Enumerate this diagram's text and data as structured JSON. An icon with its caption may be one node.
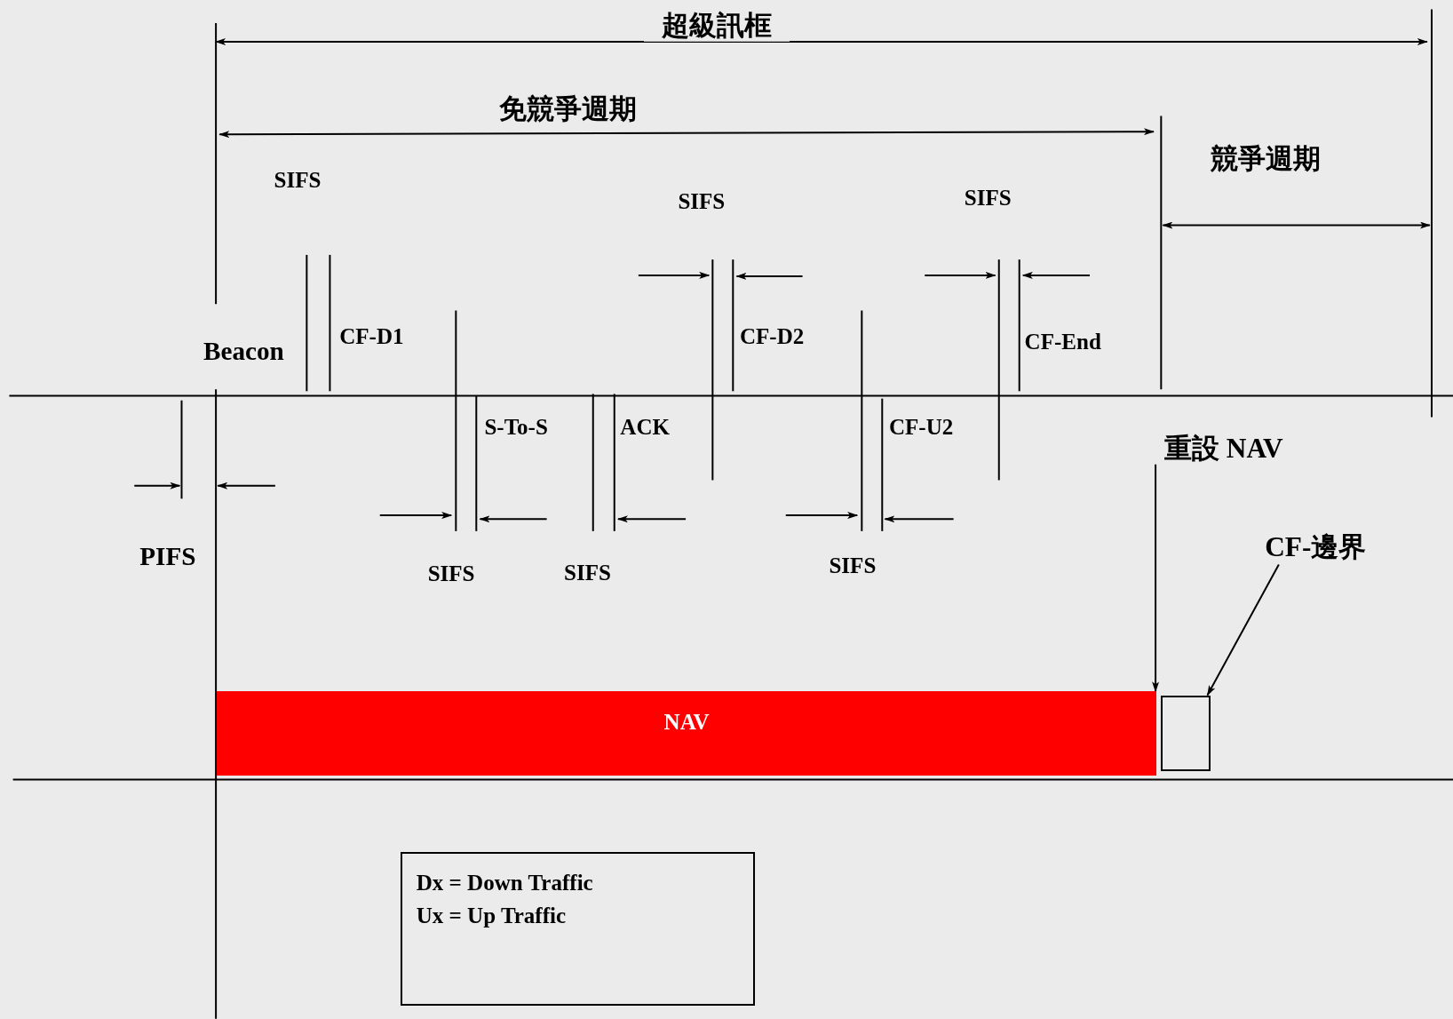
{
  "diagram": {
    "nodes": [
      {
        "text": [
          "NAV"
        ]
      },
      {
        "text": [],
        "shape": "box"
      },
      {
        "text": [
          "重設 NAV"
        ]
      },
      {
        "text": [
          "CF-邊界"
        ]
      },
      {
        "text": [
          "Dx = Down Traffic",
          "Ux = Up Traffic"
        ]
      }
    ],
    "edges": [
      {
        "from": 2,
        "to": 0,
        "arrow": "to"
      },
      {
        "from": 3,
        "to": 1,
        "arrow": "to"
      }
    ],
    "labels": [
      "超級訊框",
      "免競爭週期",
      "競爭週期",
      "SIFS",
      "SIFS",
      "SIFS",
      "CF-D1",
      "CF-D2",
      "CF-End",
      "Beacon",
      "S-To-S",
      "ACK",
      "CF-U2",
      "PIFS",
      "SIFS",
      "SIFS",
      "SIFS"
    ]
  }
}
